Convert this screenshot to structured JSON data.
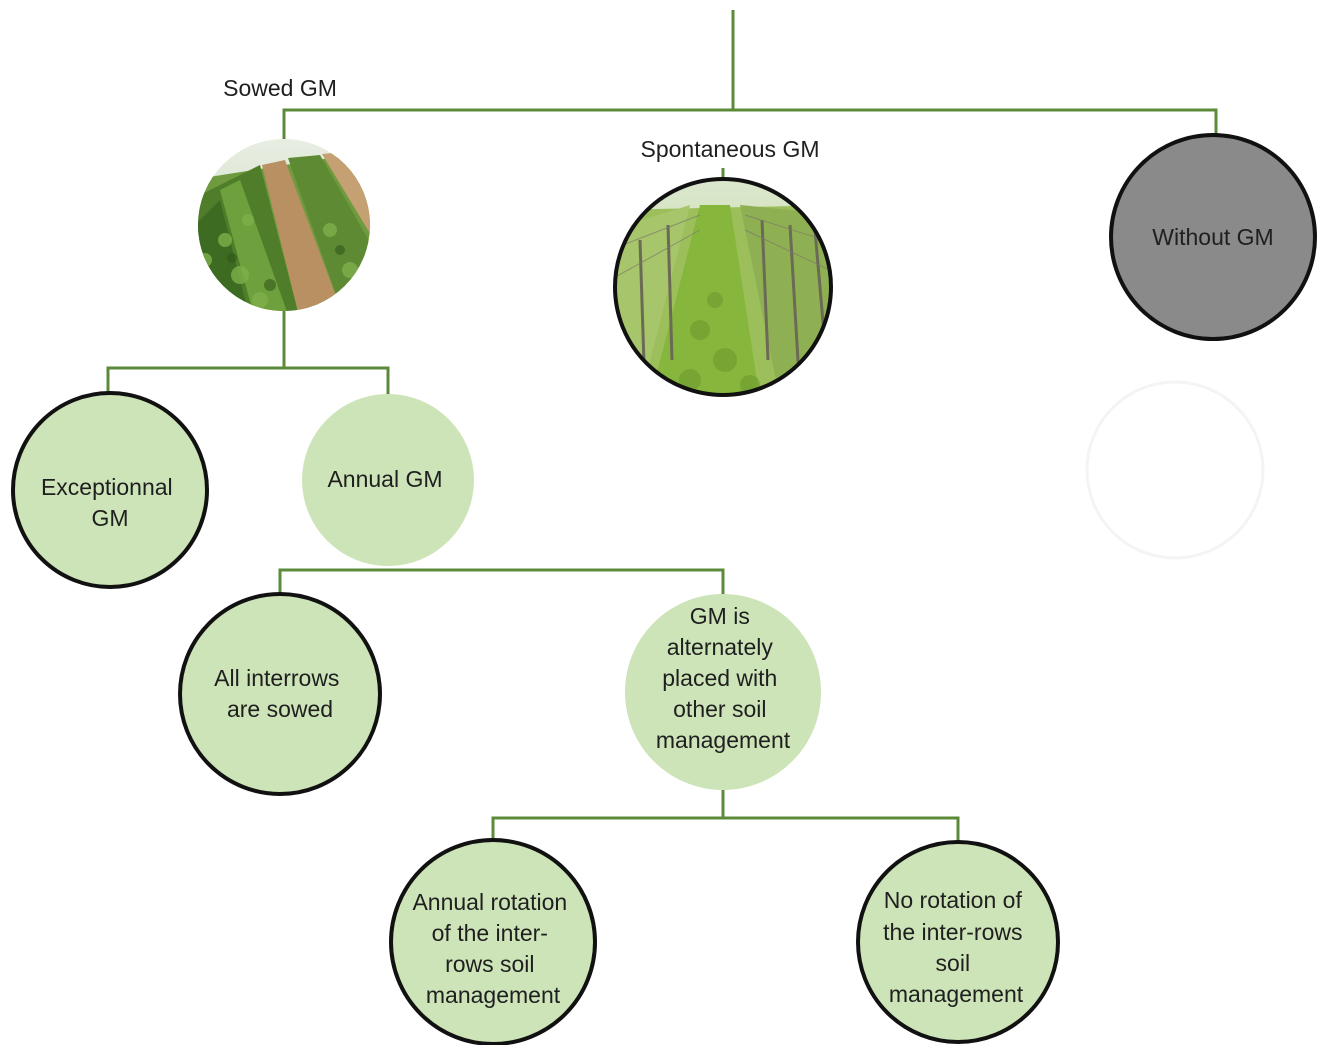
{
  "colors": {
    "connector": "#5b8a3a",
    "node_fill": "#cde4b8",
    "node_outline": "#111111",
    "dark_node_fill": "#8a8a8a",
    "text": "#1f1f1f"
  },
  "labels": {
    "sowed": "Sowed GM",
    "spontaneous": "Spontaneous GM"
  },
  "nodes": {
    "without": [
      "Without GM"
    ],
    "exceptional": [
      "Exceptionnal",
      "GM"
    ],
    "annual": [
      "Annual GM"
    ],
    "all_interrows": [
      "All interrows",
      "are sowed"
    ],
    "alternately": [
      "GM is",
      "alternately",
      "placed with",
      "other soil",
      "management"
    ],
    "annual_rotation": [
      "Annual rotation",
      "of the inter-",
      "rows soil",
      "management"
    ],
    "no_rotation": [
      "No rotation of",
      "the inter-rows",
      "soil",
      "management"
    ]
  },
  "photos": {
    "sowed": "photo of sowed green manure in vineyard inter-rows",
    "spontaneous": "photo of spontaneous grass cover in vineyard inter-rows"
  }
}
